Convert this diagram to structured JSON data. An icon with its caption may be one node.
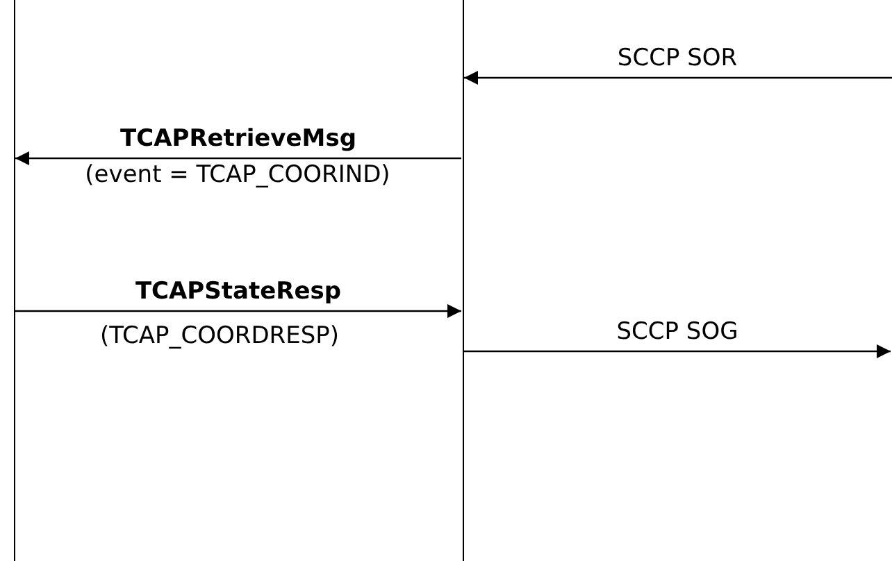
{
  "diagram": {
    "nodes": [
      {
        "text": [],
        "shape": "bar"
      },
      {
        "text": [],
        "shape": "bar"
      }
    ],
    "edges": [
      {
        "from": null,
        "to": 1,
        "arrow": "to",
        "label": "SCCP SOR"
      },
      {
        "from": 1,
        "to": 0,
        "arrow": "to",
        "label": "TCAPRetrieveMsg"
      },
      {
        "from": 0,
        "to": 1,
        "arrow": "to",
        "label": "TCAPStateResp"
      },
      {
        "from": 1,
        "to": null,
        "arrow": "to",
        "label": "SCCP SOG"
      }
    ],
    "labels": [
      "(event = TCAP_COORIND)",
      "(TCAP_COORDRESP)"
    ]
  }
}
